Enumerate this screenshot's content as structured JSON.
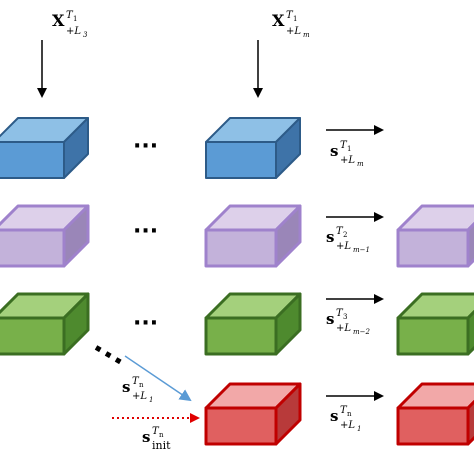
{
  "colors": {
    "blue": {
      "top": "#8ec0e6",
      "front": "#5b9bd5",
      "side": "#3e73a8",
      "stroke": "#2d5b88"
    },
    "purple": {
      "top": "#ddd0ea",
      "front": "#c3b2da",
      "side": "#9a86b8",
      "stroke": "#9f82cc"
    },
    "green": {
      "top": "#a4d07c",
      "front": "#78b04a",
      "side": "#4e8a2e",
      "stroke": "#3b6e22"
    },
    "red": {
      "top": "#f2a8a8",
      "front": "#e06060",
      "side": "#b83a3a",
      "stroke": "#c00000"
    },
    "arrow_blue": "#5b9bd5",
    "arrow_red": "#e00000"
  },
  "labels": {
    "input_L3": {
      "base": "X",
      "sup": "T",
      "supsub": "1",
      "sub": "+L",
      "subsub": "3"
    },
    "input_Lm": {
      "base": "X",
      "sup": "T",
      "supsub": "1",
      "sub": "+L",
      "subsub": "m"
    },
    "out_row1": {
      "base": "s",
      "sup": "T",
      "supsub": "1",
      "sub": "+L",
      "subsub": "m"
    },
    "out_row2": {
      "base": "s",
      "sup": "T",
      "supsub": "2",
      "sub": "+L",
      "subsub": "m−1"
    },
    "out_row3": {
      "base": "s",
      "sup": "T",
      "supsub": "3",
      "sub": "+L",
      "subsub": "m−2"
    },
    "out_row4": {
      "base": "s",
      "sup": "T",
      "supsub": "n",
      "sub": "+L",
      "subsub": "1"
    },
    "diag_in": {
      "base": "s",
      "sup": "T",
      "supsub": "n",
      "sub": "+L",
      "subsub": "1"
    },
    "init": {
      "base": "s",
      "sup": "T",
      "supsub": "n",
      "sub": "init",
      "subsub": ""
    }
  },
  "dots": {
    "row1": "···",
    "row2": "···",
    "row3": "···"
  }
}
